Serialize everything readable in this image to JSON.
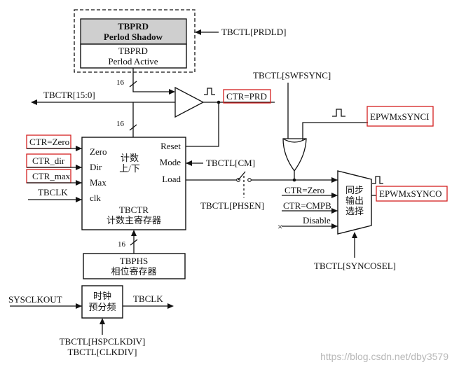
{
  "shadow_box": {
    "title": "TBPRD",
    "subtitle": "Perlod Shadow"
  },
  "active_box": {
    "title": "TBPRD",
    "subtitle": "Perlod Active"
  },
  "counter_block": {
    "inputs": [
      "Zero",
      "Dir",
      "Max",
      "clk"
    ],
    "center": "计数\n上/下",
    "outputs": [
      "Reset",
      "Mode",
      "Load"
    ],
    "name": "TBCTR",
    "desc": "计数主寄存器"
  },
  "phase_block": {
    "name": "TBPHS",
    "desc": "相位寄存器"
  },
  "prescaler_block": {
    "line1": "时钟",
    "line2": "预分频"
  },
  "mux_block": {
    "line1": "同步",
    "line2": "输出",
    "line3": "选择",
    "in1": "CTR=Zero",
    "in2": "CTR=CMPB",
    "in3": "Disable"
  },
  "labels": {
    "prdld": "TBCTL[PRDLD]",
    "tbctr": "TBCTR[15:0]",
    "ctr_prd": "CTR=PRD",
    "swfsync": "TBCTL[SWFSYNC]",
    "syncin": "EPWMxSYNCI",
    "syncout": "EPWMxSYNCO",
    "ctr_zero": "CTR=Zero",
    "ctr_dir": "CTR_dir",
    "ctr_max": "CTR_max",
    "tbclk_in": "TBCLK",
    "cm": "TBCTL[CM]",
    "phsen": "TBCTL[PHSEN]",
    "syncosel": "TBCTL[SYNCOSEL]",
    "sysclkout": "SYSCLKOUT",
    "tbclk_out": "TBCLK",
    "hspclkdiv": "TBCTL[HSPCLKDIV]",
    "clkdiv": "TBCTL[CLKDIV]",
    "bus1": "16",
    "bus2": "16",
    "bus3": "16",
    "watermark": "https://blog.csdn.net/dby3579"
  }
}
